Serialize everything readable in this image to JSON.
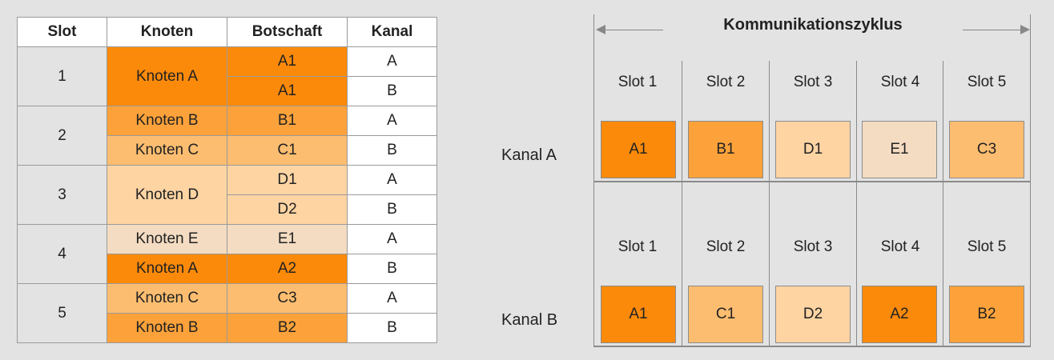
{
  "colors": {
    "knoten_a": "#fc8a0a",
    "knoten_b": "#fda23a",
    "knoten_c": "#fdbd70",
    "knoten_d": "#fed4a3",
    "knoten_e": "#f4dcc2"
  },
  "table": {
    "headers": [
      "Slot",
      "Knoten",
      "Botschaft",
      "Kanal"
    ],
    "rows": [
      {
        "slot": "1",
        "knoten": "Knoten A",
        "botschaft": "A1",
        "kanal": "A"
      },
      {
        "slot": "1",
        "knoten": "Knoten A",
        "botschaft": "A1",
        "kanal": "B"
      },
      {
        "slot": "2",
        "knoten": "Knoten B",
        "botschaft": "B1",
        "kanal": "A"
      },
      {
        "slot": "2",
        "knoten": "Knoten C",
        "botschaft": "C1",
        "kanal": "B"
      },
      {
        "slot": "3",
        "knoten": "Knoten D",
        "botschaft": "D1",
        "kanal": "A"
      },
      {
        "slot": "3",
        "knoten": "Knoten D",
        "botschaft": "D2",
        "kanal": "B"
      },
      {
        "slot": "4",
        "knoten": "Knoten E",
        "botschaft": "E1",
        "kanal": "A"
      },
      {
        "slot": "4",
        "knoten": "Knoten A",
        "botschaft": "A2",
        "kanal": "B"
      },
      {
        "slot": "5",
        "knoten": "Knoten C",
        "botschaft": "C3",
        "kanal": "A"
      },
      {
        "slot": "5",
        "knoten": "Knoten B",
        "botschaft": "B2",
        "kanal": "B"
      }
    ]
  },
  "diagram": {
    "title": "Kommunikationszyklus",
    "channels": [
      {
        "label": "Kanal A",
        "slots": [
          "Slot 1",
          "Slot 2",
          "Slot 3",
          "Slot 4",
          "Slot 5"
        ],
        "messages": [
          {
            "text": "A1",
            "color": "#fc8a0a"
          },
          {
            "text": "B1",
            "color": "#fda23a"
          },
          {
            "text": "D1",
            "color": "#fed4a3"
          },
          {
            "text": "E1",
            "color": "#f4dcc2"
          },
          {
            "text": "C3",
            "color": "#fdbd70"
          }
        ]
      },
      {
        "label": "Kanal B",
        "slots": [
          "Slot 1",
          "Slot 2",
          "Slot 3",
          "Slot 4",
          "Slot 5"
        ],
        "messages": [
          {
            "text": "A1",
            "color": "#fc8a0a"
          },
          {
            "text": "C1",
            "color": "#fdbd70"
          },
          {
            "text": "D2",
            "color": "#fed4a3"
          },
          {
            "text": "A2",
            "color": "#fc8a0a"
          },
          {
            "text": "B2",
            "color": "#fda23a"
          }
        ]
      }
    ]
  }
}
